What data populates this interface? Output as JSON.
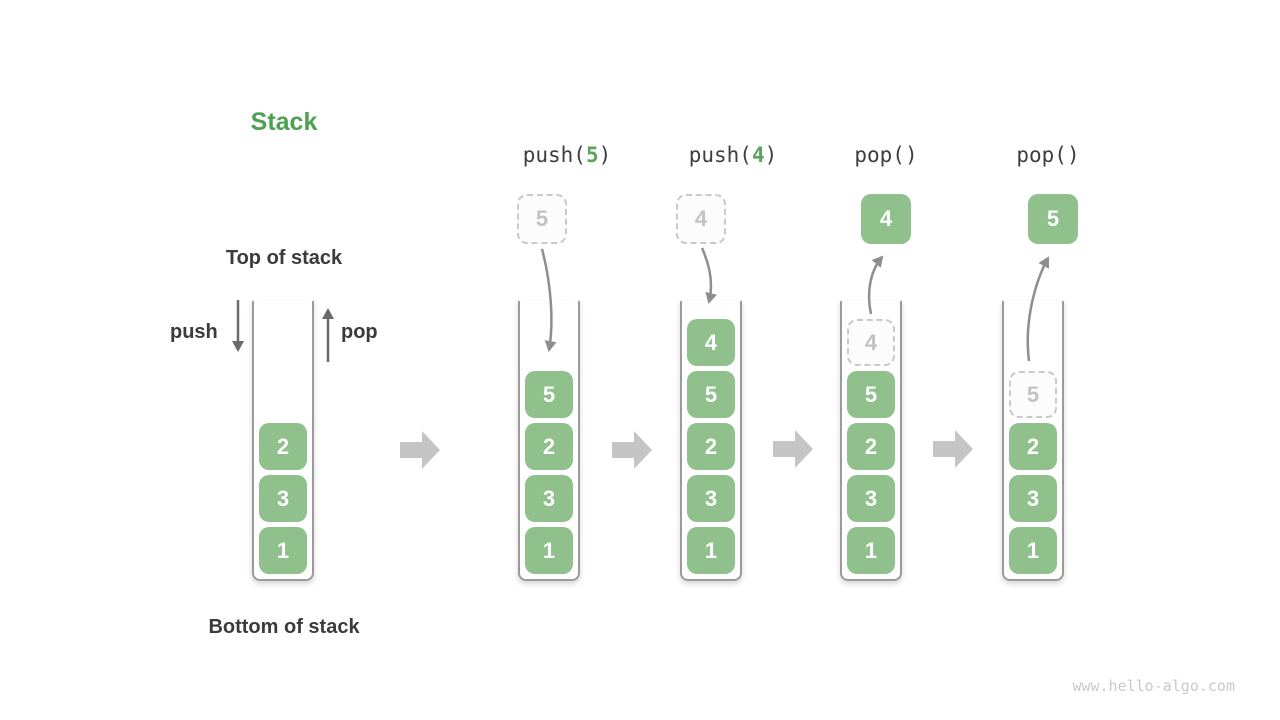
{
  "title": "Stack",
  "labels": {
    "top_of_stack": "Top of stack",
    "bottom_of_stack": "Bottom of stack",
    "push": "push",
    "pop": "pop"
  },
  "watermark": "www.hello-algo.com",
  "operations": [
    {
      "prefix": "push(",
      "arg": "5",
      "suffix": ")",
      "float": {
        "value": "5",
        "style": "ghost"
      }
    },
    {
      "prefix": "push(",
      "arg": "4",
      "suffix": ")",
      "float": {
        "value": "4",
        "style": "ghost"
      }
    },
    {
      "prefix": "pop(",
      "arg": "",
      "suffix": ")",
      "float": {
        "value": "4",
        "style": "solid"
      }
    },
    {
      "prefix": "pop(",
      "arg": "",
      "suffix": ")",
      "float": {
        "value": "5",
        "style": "solid"
      }
    }
  ],
  "stacks": [
    {
      "name": "initial-stack",
      "cells": [
        {
          "value": "2",
          "style": "solid"
        },
        {
          "value": "3",
          "style": "solid"
        },
        {
          "value": "1",
          "style": "solid"
        }
      ]
    },
    {
      "name": "after-push-5",
      "cells": [
        {
          "value": "5",
          "style": "solid"
        },
        {
          "value": "2",
          "style": "solid"
        },
        {
          "value": "3",
          "style": "solid"
        },
        {
          "value": "1",
          "style": "solid"
        }
      ]
    },
    {
      "name": "after-push-4",
      "cells": [
        {
          "value": "4",
          "style": "solid"
        },
        {
          "value": "5",
          "style": "solid"
        },
        {
          "value": "2",
          "style": "solid"
        },
        {
          "value": "3",
          "style": "solid"
        },
        {
          "value": "1",
          "style": "solid"
        }
      ]
    },
    {
      "name": "after-first-pop",
      "cells": [
        {
          "value": "4",
          "style": "ghost"
        },
        {
          "value": "5",
          "style": "solid"
        },
        {
          "value": "2",
          "style": "solid"
        },
        {
          "value": "3",
          "style": "solid"
        },
        {
          "value": "1",
          "style": "solid"
        }
      ]
    },
    {
      "name": "after-second-pop",
      "cells": [
        {
          "value": "5",
          "style": "ghost"
        },
        {
          "value": "2",
          "style": "solid"
        },
        {
          "value": "3",
          "style": "solid"
        },
        {
          "value": "1",
          "style": "solid"
        }
      ]
    }
  ],
  "colors": {
    "accent_green": "#4ca050",
    "arg_green": "#57a45a",
    "cell_green": "#90c08c",
    "dark_text": "#3b3b3b",
    "wall_gray": "#9b9b9b",
    "ghost_border": "#c9c9c9",
    "ghost_text": "#c2c2c2",
    "curve_arrow": "#8e8e8e",
    "straight_arrow": "#6a6a6a",
    "block_arrow": "#c5c5c5",
    "watermark_gray": "#c9c9c9"
  }
}
